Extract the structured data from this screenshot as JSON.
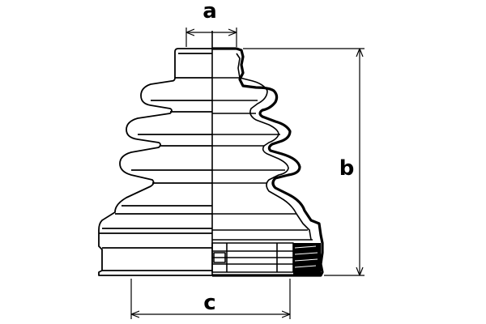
{
  "diagram": {
    "type": "technical-drawing",
    "subject": "CV joint boot",
    "dimensions": [
      {
        "id": "a",
        "label": "a",
        "measures": "small-end-diameter"
      },
      {
        "id": "b",
        "label": "b",
        "measures": "overall-height"
      },
      {
        "id": "c",
        "label": "c",
        "measures": "large-end-diameter"
      }
    ],
    "colors": {
      "line": "#000000",
      "background": "#ffffff"
    }
  }
}
